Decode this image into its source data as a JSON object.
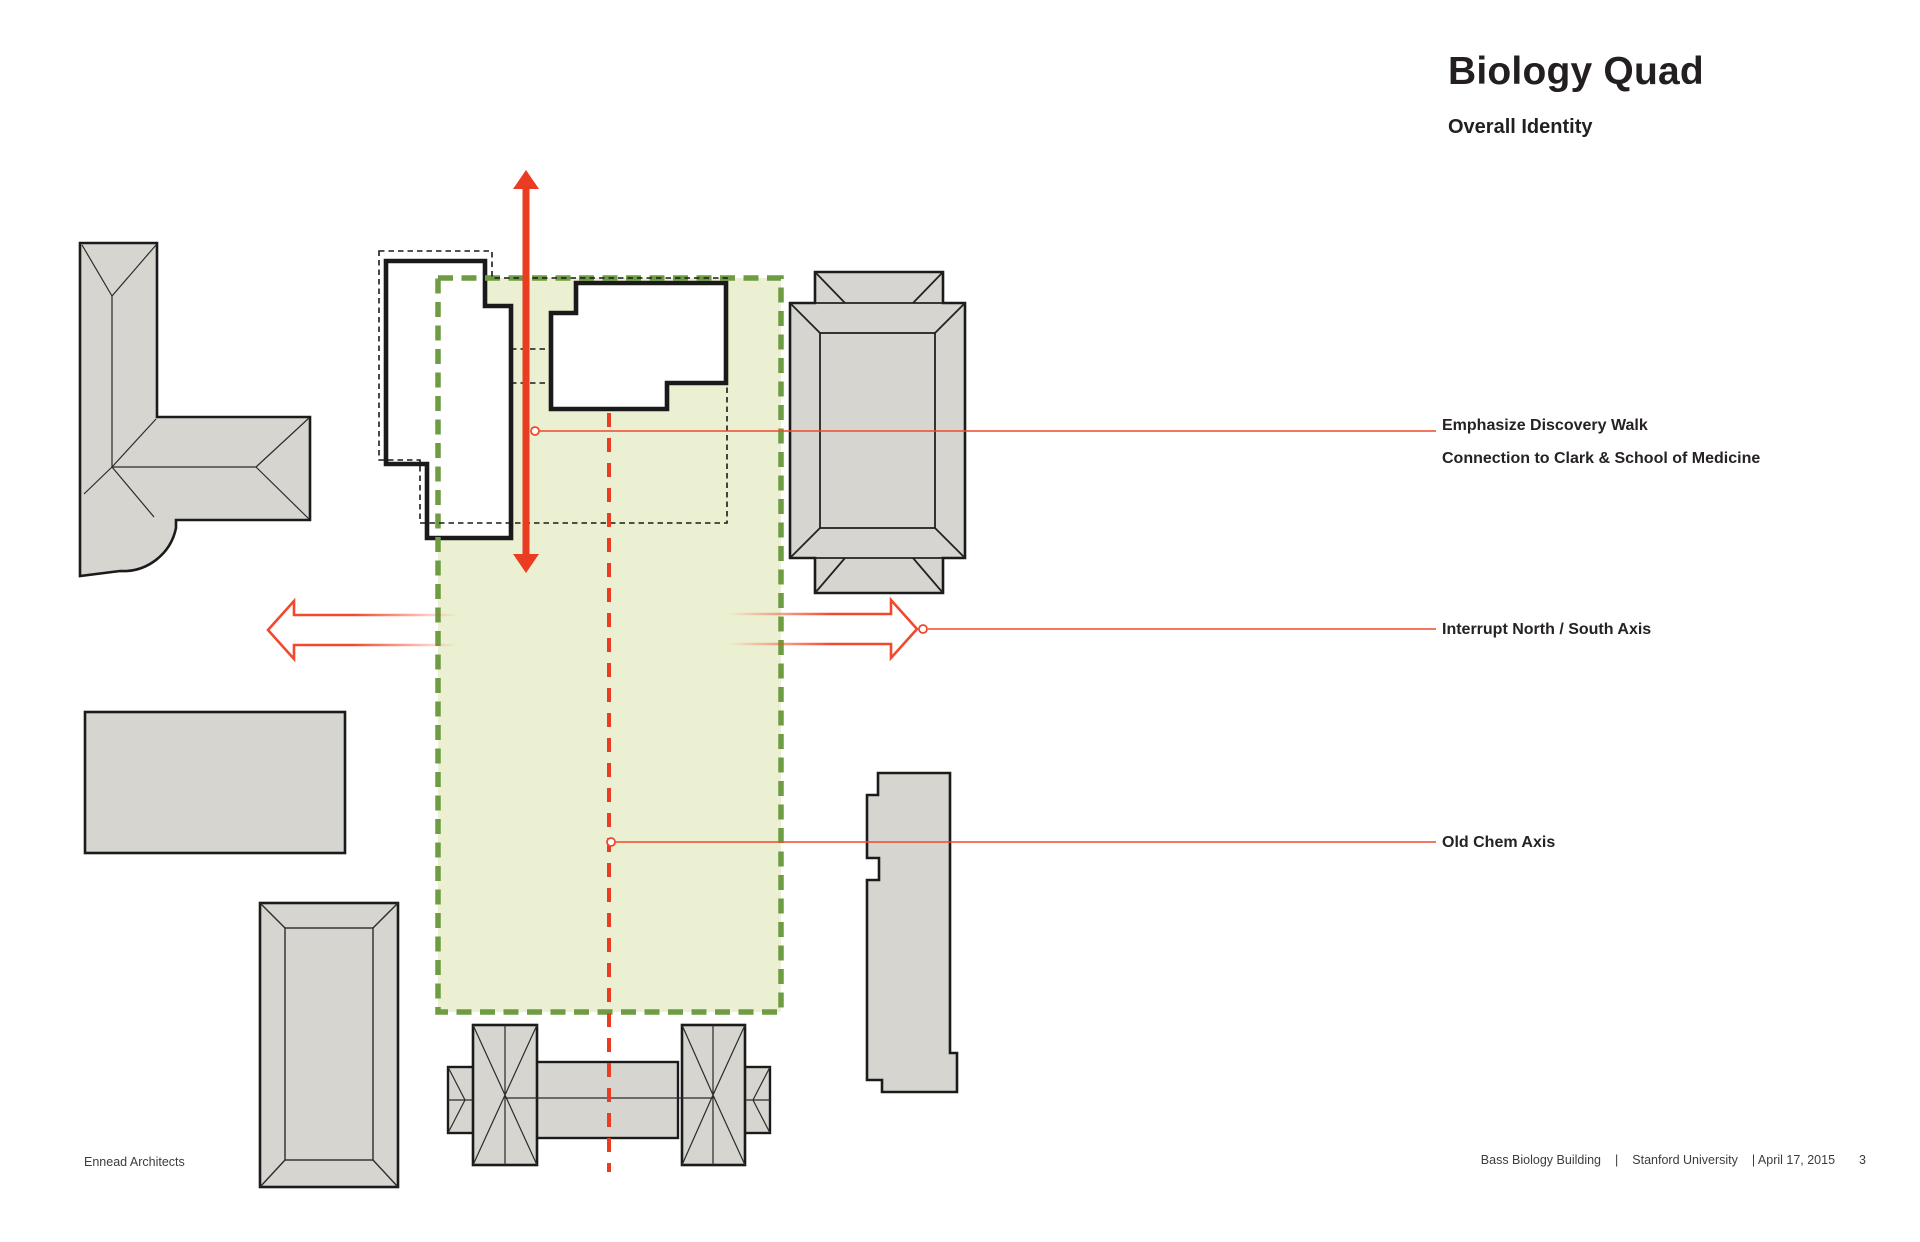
{
  "title": {
    "heading": "Biology Quad",
    "subheading": "Overall Identity"
  },
  "annotations": [
    {
      "lines": [
        "Emphasize Discovery Walk",
        "Connection to Clark & School of Medicine"
      ]
    },
    {
      "lines": [
        "Interrupt North / South Axis"
      ]
    },
    {
      "lines": [
        "Old Chem Axis"
      ]
    }
  ],
  "footer": {
    "left": "Ennead Architects",
    "project": "Bass Biology Building",
    "sep1": "|",
    "client": "Stanford University",
    "date": "| April 17, 2015",
    "page": "3"
  },
  "colors": {
    "accent_red": "#e93c21",
    "leader_red": "#f1492c",
    "quad_green_border": "#6d9c43",
    "quad_green_fill": "#ecf0d3",
    "building_gray_fill": "#d7d5d0",
    "outline_black": "#1b1b1b",
    "text_dark": "#231f20"
  }
}
